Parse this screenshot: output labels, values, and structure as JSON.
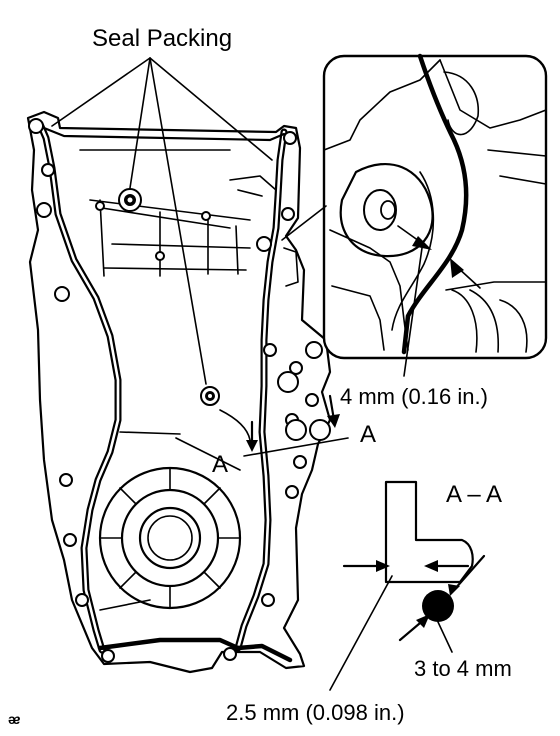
{
  "labels": {
    "seal_packing": "Seal Packing",
    "section_mark_left": "A",
    "section_mark_right": "A",
    "section_title": "A – A",
    "width_callout": "4 mm (0.16 in.)",
    "bead_diameter": "3 to 4 mm",
    "offset_callout": "2.5 mm (0.098 in.)",
    "corner_code": "ᴂ"
  },
  "colors": {
    "ink": "#000000",
    "paper": "#ffffff"
  }
}
